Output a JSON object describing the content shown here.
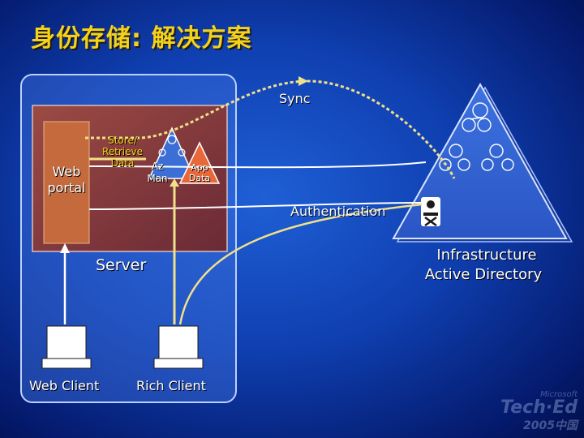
{
  "slide": {
    "title": "身份存储: 解决方案"
  },
  "labels": {
    "sync": "Sync",
    "store_retrieve": "Store/ Retrieve Data",
    "az_man": "Az Man",
    "app_data": "App Data",
    "web_portal": "Web portal",
    "authentication": "Authentication",
    "server": "Server",
    "infrastructure": "Infrastructure",
    "active_directory": "Active Directory",
    "web_client": "Web Client",
    "rich_client": "Rich Client"
  },
  "logo": {
    "brand": "Microsoft",
    "name": "Tech·Ed",
    "year": "2005",
    "region": "中国"
  },
  "colors": {
    "title": "#f5d21a",
    "server_box": "#8c3d3d",
    "connector": "#f0e08a",
    "triangle": "#2f5fd0"
  }
}
